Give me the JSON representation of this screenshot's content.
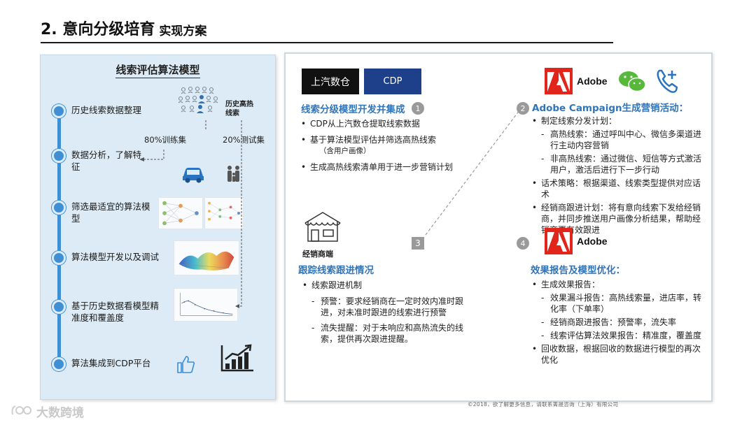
{
  "header": {
    "title_main": "2. 意向分级培育",
    "title_sub": "实现方案"
  },
  "left": {
    "title": "线索评估算法模型",
    "steps": [
      {
        "label": "历史线索数据整理"
      },
      {
        "label": "数据分析，了解特征"
      },
      {
        "label": "筛选最适宜的算法模型"
      },
      {
        "label": "算法模型开发以及调试"
      },
      {
        "label": "基于历史数据看模型精准度和覆盖度"
      },
      {
        "label": "算法集成到CDP平台"
      }
    ],
    "historical_leads_label": "历史高热线索",
    "train_split_label": "80%训练集",
    "test_split_label": "20%测试集"
  },
  "right": {
    "tag_dataplatform": "上汽数仓",
    "tag_cdp": "CDP",
    "section1": {
      "number": "1",
      "title": "线索分级模型开发并集成",
      "bullets": [
        "CDP从上汽数仓提取线索数据",
        "基于算法模型评估并筛选高热线索",
        "（含用户画像）",
        "生成高热线索清单用于进一步营销计划"
      ]
    },
    "section2": {
      "number": "2",
      "title": "Adobe Campaign生成营销活动：",
      "items": [
        "制定线索分发计划：",
        "高热线索：通过呼叫中心、微信多渠道进行主动内容营销",
        "非高热线索：通过微信、短信等方式激活用户，激活后进行下一步行动",
        "话术策略：根据渠道、线索类型提供对应话术",
        "经销商跟进计划：将有意向线索下发给经销商，并同步推送用户画像分析结果，帮助经销商更有效跟进"
      ]
    },
    "section3": {
      "number": "3",
      "title": "跟踪线索跟进情况",
      "store_label": "经销商端",
      "items": [
        "线索跟进机制",
        "预警：要求经销商在一定时效内准时跟进，对未准时跟进的线索进行预警",
        "流失提醒：对于未响应和高热流失的线索，提供再次跟进提醒。"
      ]
    },
    "section4": {
      "number": "4",
      "title": "效果报告及模型优化：",
      "items": [
        "生成效果报告：",
        "效果漏斗报告：高热线索量，进店率，转化率（下单率）",
        "经销商跟进报告：预警率，流失率",
        "线索评估算法效果报告：精准度，覆盖度",
        "回收数据，根据回收的数据进行模型的再次优化"
      ]
    },
    "adobe_text": "Adobe"
  },
  "footer": {
    "copyright": "©2018，欲了解更多信息，请联系菁晟咨询（上海）有限公司",
    "watermark": "大数跨境"
  },
  "colors": {
    "accent_blue": "#3e8fd4",
    "panel_bg": "#dcebf5",
    "title_blue": "#3175b8",
    "cdp_blue": "#1e3f8a",
    "adobe_red": "#e1251b"
  }
}
